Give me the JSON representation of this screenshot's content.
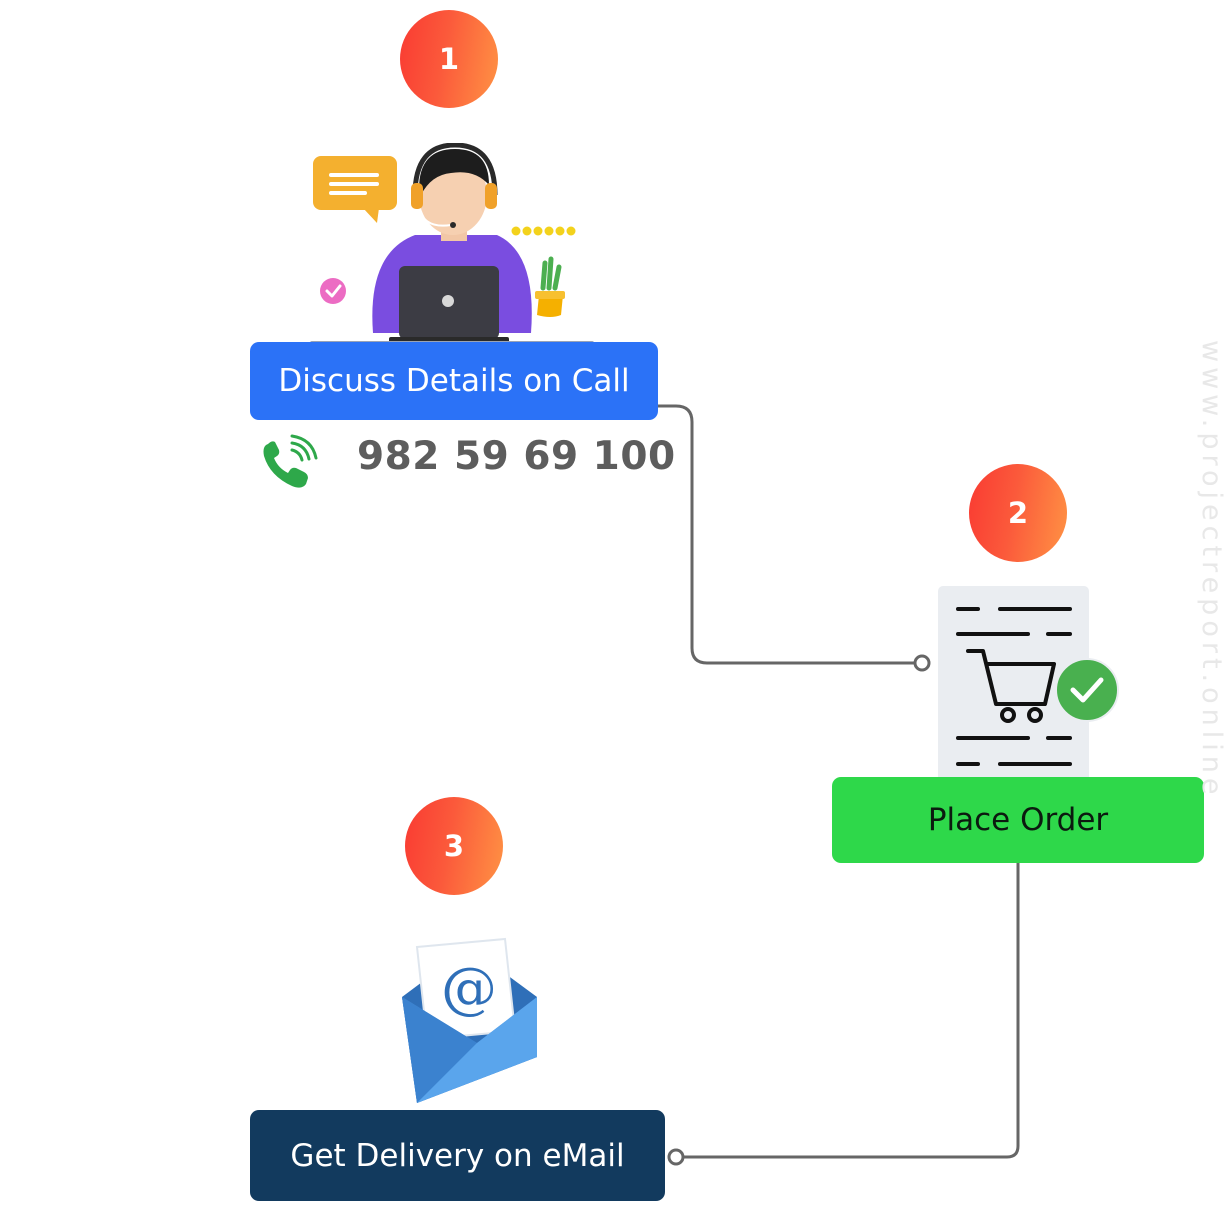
{
  "steps": [
    {
      "number": "1",
      "label": "Discuss Details on Call"
    },
    {
      "number": "2",
      "label": "Place Order"
    },
    {
      "number": "3",
      "label": "Get Delivery on eMail"
    }
  ],
  "contact": {
    "phone": "982 59 69 100",
    "icon": "phone-ringing-icon"
  },
  "watermark": "www.projectreport.online",
  "colors": {
    "step_badge_start": "#f93a32",
    "step_badge_end": "#ff9344",
    "call_box": "#2b72f7",
    "order_box": "#2ed84a",
    "delivery_box": "#123a5e",
    "connector": "#666666",
    "phone_icon": "#2ea84a"
  }
}
